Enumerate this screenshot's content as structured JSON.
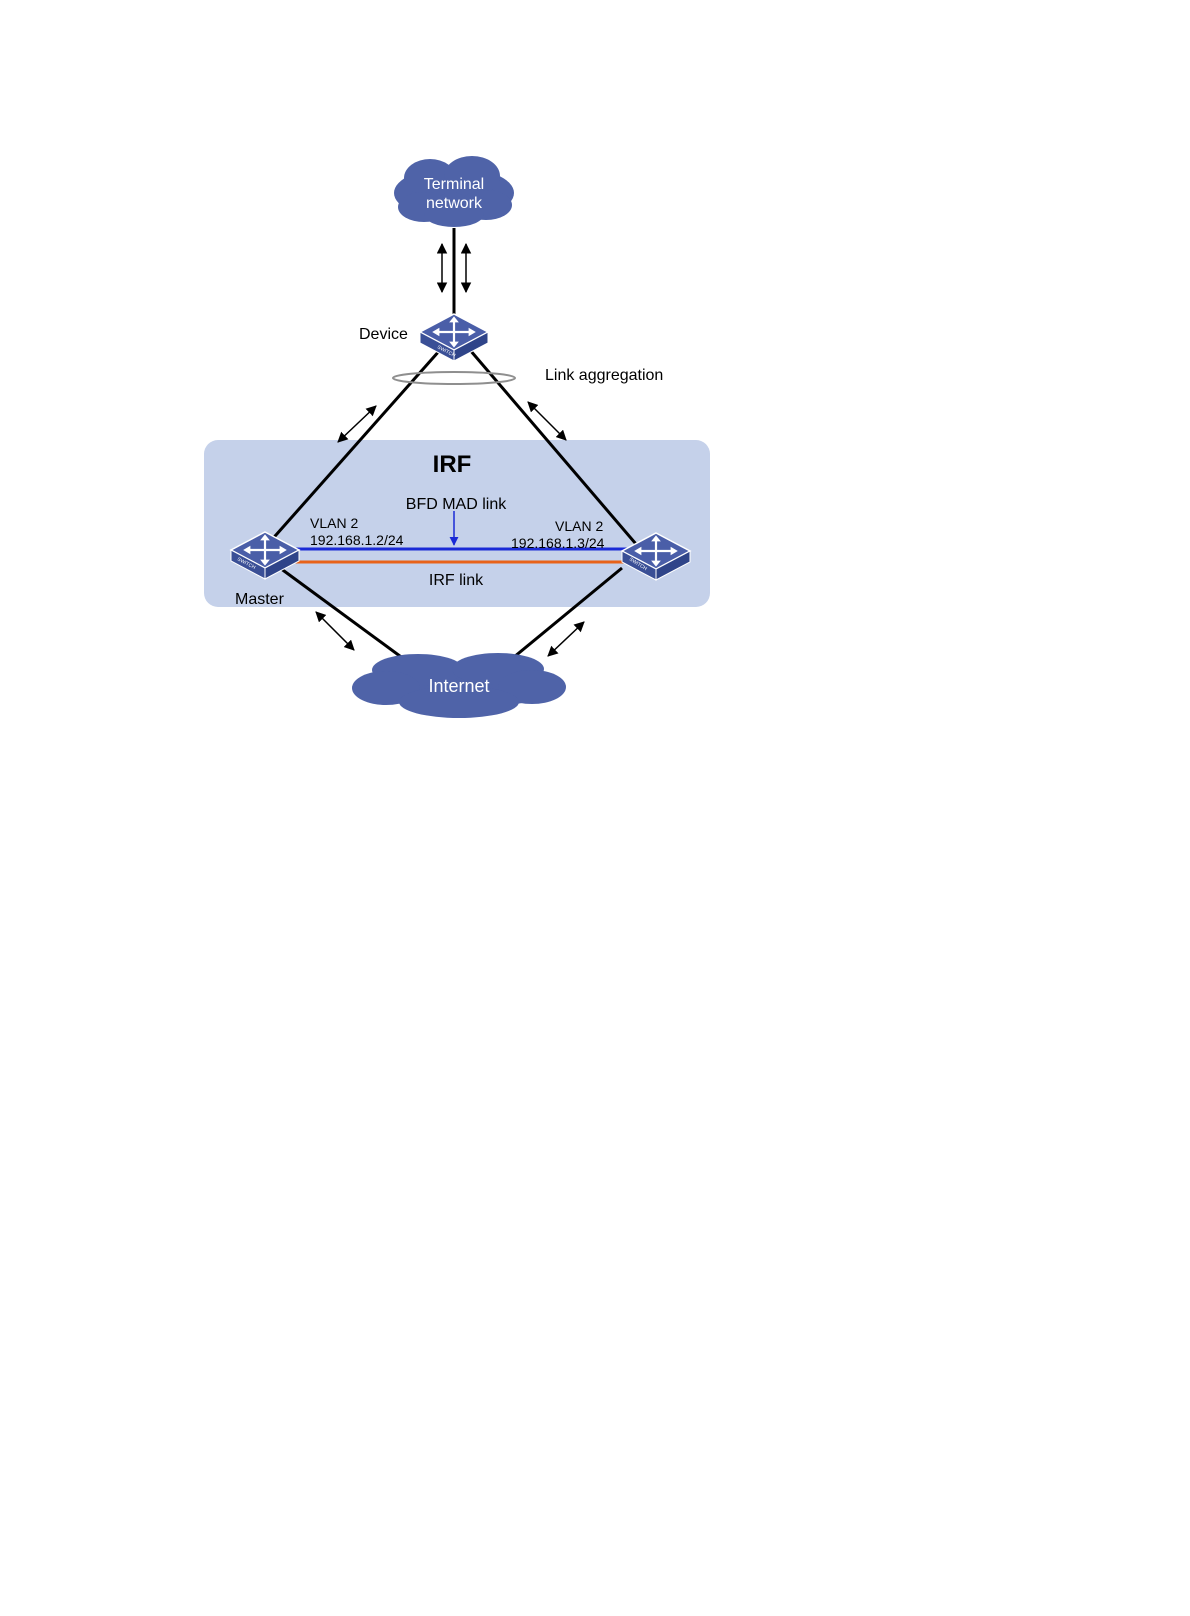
{
  "diagram": {
    "irf_title": "IRF",
    "terminal_cloud": {
      "line1": "Terminal",
      "line2": "network"
    },
    "internet_cloud": {
      "label": "Internet"
    },
    "device_label": "Device",
    "link_aggregation_label": "Link aggregation",
    "bfd_mad_label": "BFD MAD link",
    "irf_link_label": "IRF link",
    "master_label": "Master",
    "left_vlan": "VLAN 2",
    "left_ip": "192.168.1.2/24",
    "right_vlan": "VLAN 2",
    "right_ip": "192.168.1.3/24",
    "switch_caption": "SWITCH"
  },
  "colors": {
    "irf_box": "#c5d1ea",
    "cloud": "#4f63a8",
    "switch_top": "#4a5ea8",
    "switch_side": "#2f4489",
    "bfd_line": "#1a2ad6",
    "irf_line": "#e8621a",
    "link": "#000000"
  }
}
